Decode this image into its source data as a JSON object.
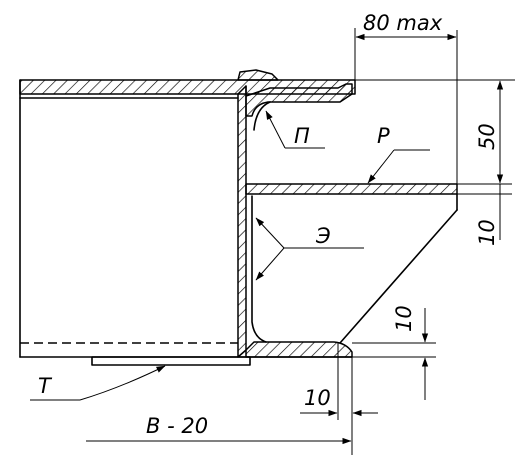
{
  "dimensions": {
    "overhang_max": "80 max",
    "flange_height": "50",
    "gap_top": "10",
    "gap_side": "10",
    "offset_bottom": "10",
    "width": "B - 20"
  },
  "callouts": {
    "p": "П",
    "r": "Р",
    "e": "Э",
    "t": "Т"
  }
}
